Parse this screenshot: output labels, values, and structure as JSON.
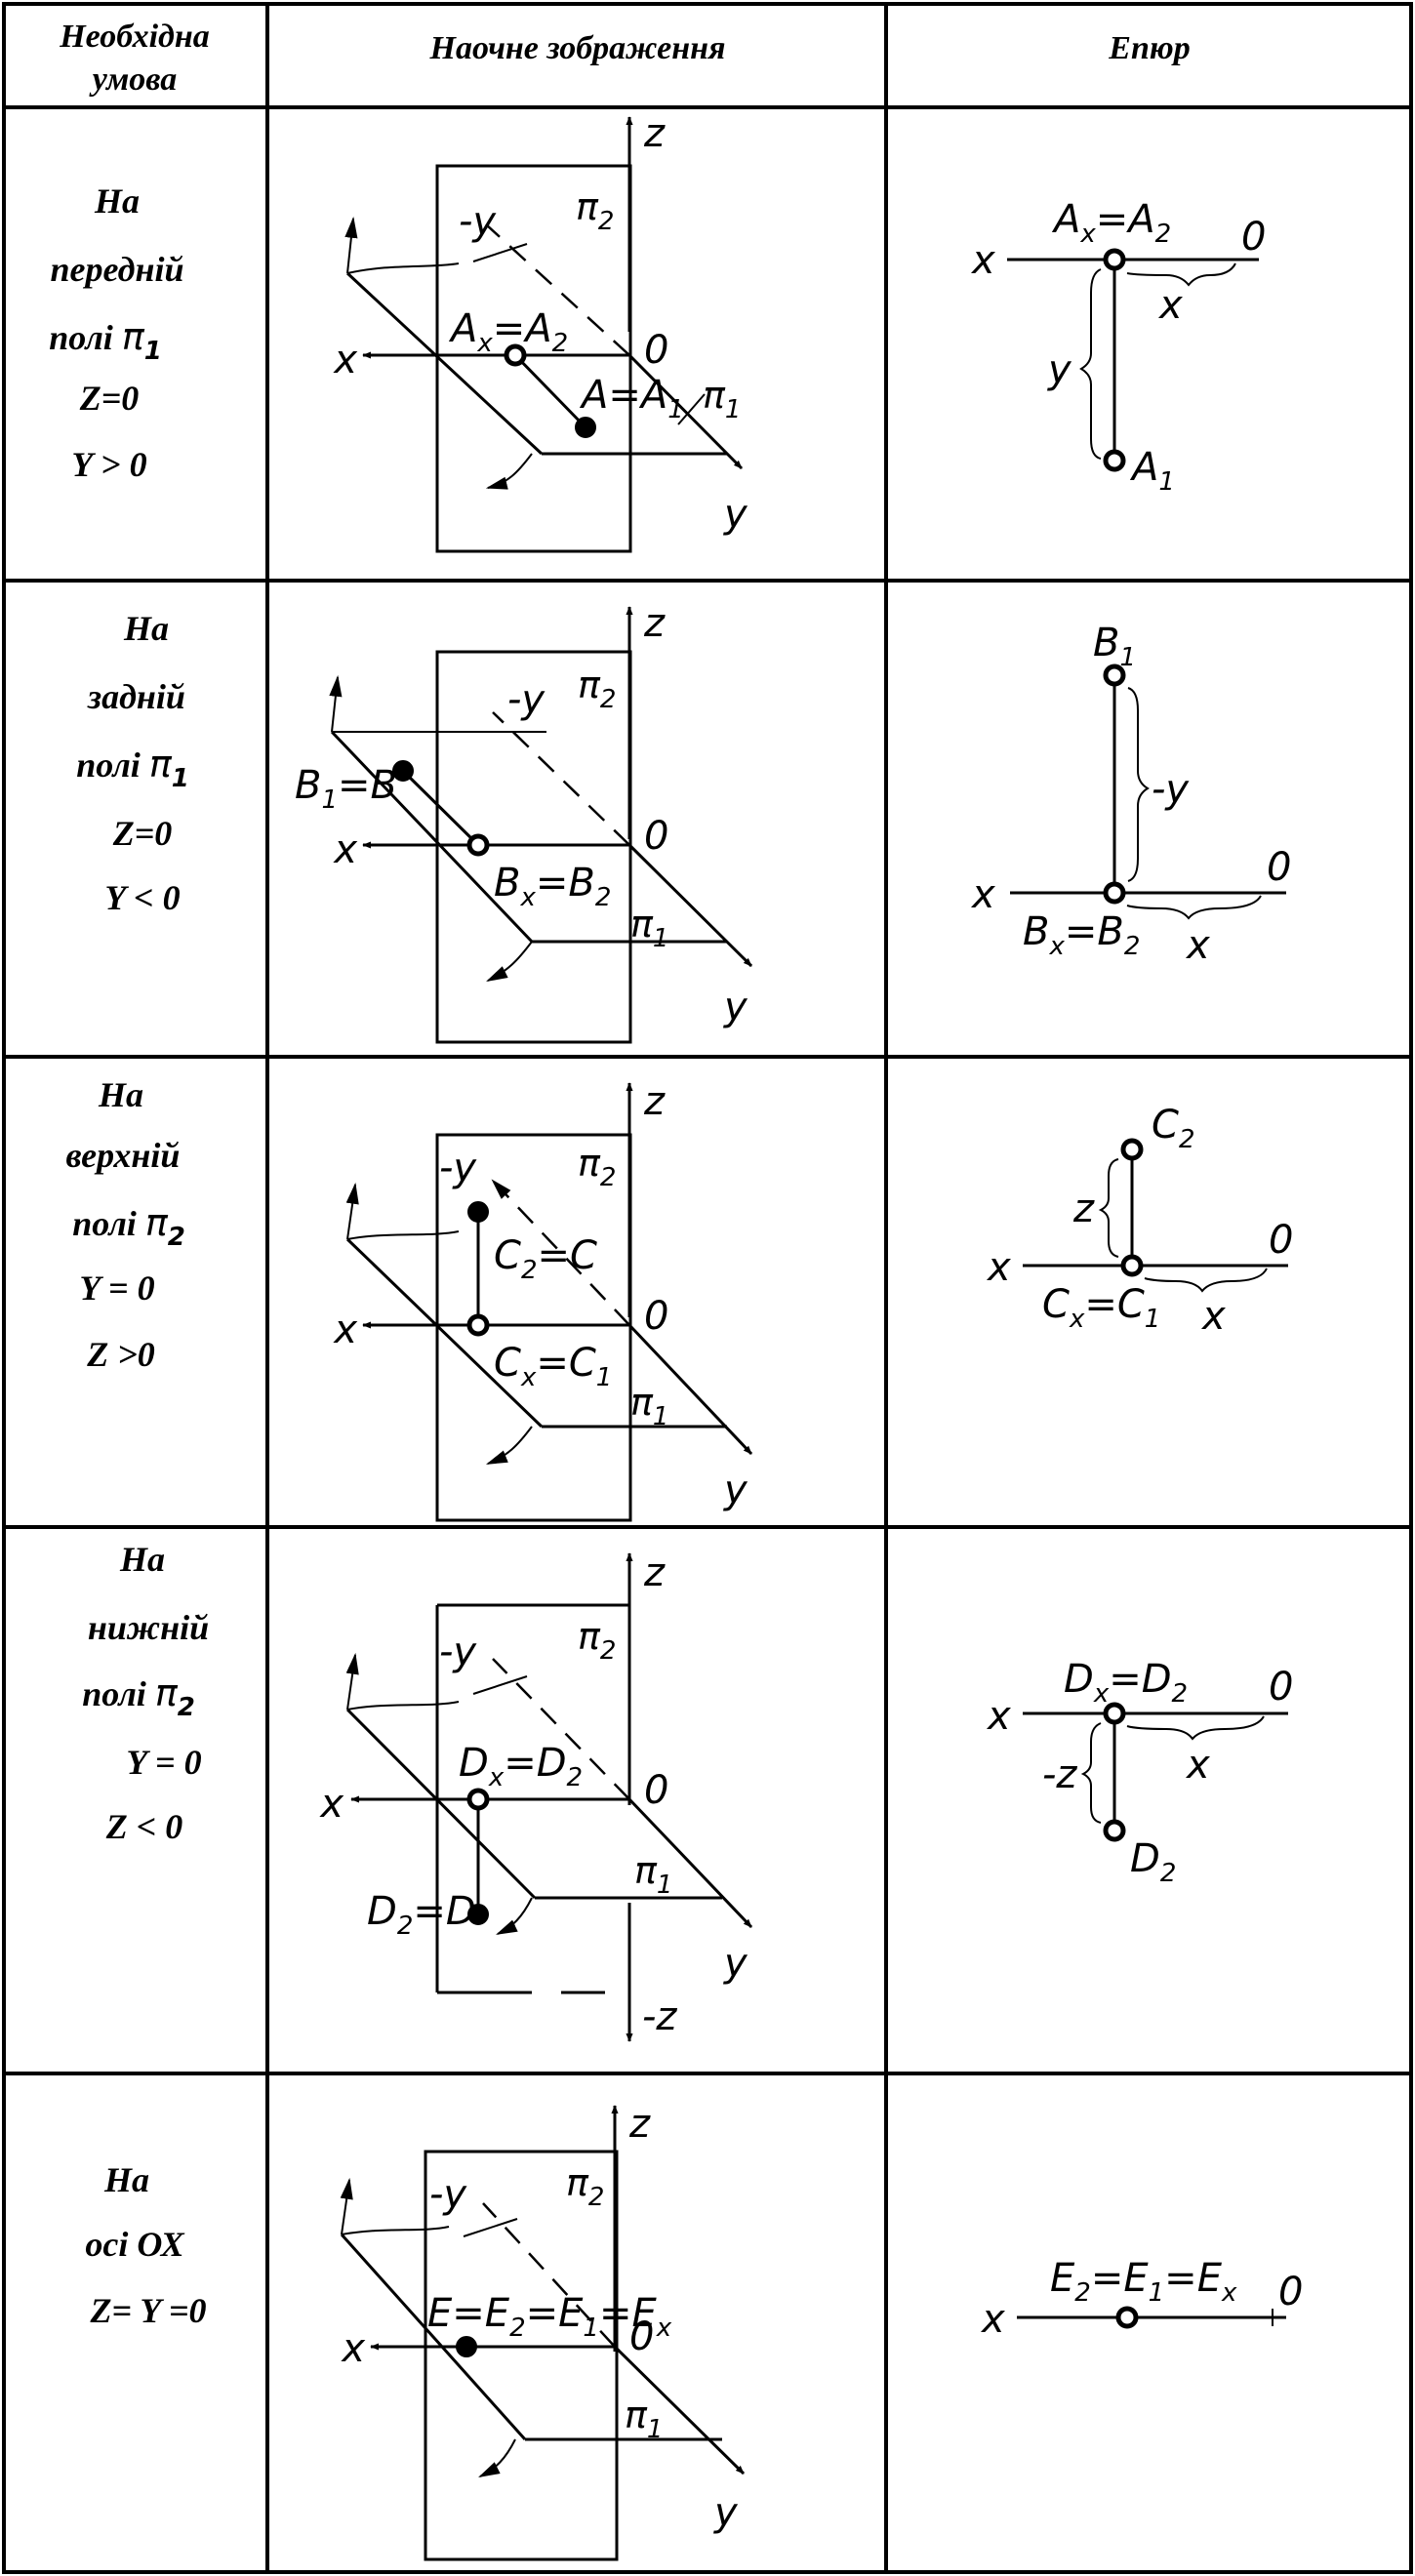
{
  "table": {
    "headers": {
      "condition_l1": "Необхідна",
      "condition_l2": "умова",
      "visual": "Наочне зображення",
      "epure": "Епюр"
    },
    "rows": [
      {
        "condition": [
          "На",
          "передній",
          "полі",
          "Z=0",
          "Y > 0"
        ],
        "plane": "π",
        "plane_sub": "1",
        "visual_point": "A",
        "visual_pair": "A=A",
        "visual_pair_sub": "1",
        "visual_axis": "A",
        "visual_axis_sub": "x",
        "visual_axis_rhs": "=A",
        "visual_axis_rhs_sub": "2",
        "epure_top": "A",
        "epure_top_sub": "x",
        "epure_top_rhs": "=A",
        "epure_top_rhs_sub": "2",
        "epure_pt": "A",
        "epure_pt_sub": "1",
        "epure_dim": "y"
      },
      {
        "condition": [
          "На",
          "задній",
          "полі",
          "Z=0",
          "Y < 0"
        ],
        "plane": "π",
        "plane_sub": "1",
        "visual_pair": "B",
        "visual_pair_sub": "1",
        "visual_pair_rhs": "=B",
        "visual_axis": "B",
        "visual_axis_sub": "x",
        "visual_axis_rhs": "=B",
        "visual_axis_rhs_sub": "2",
        "epure_top": "B",
        "epure_top_sub": "1",
        "epure_pt": "B",
        "epure_pt_sub": "x",
        "epure_pt_rhs": "=B",
        "epure_pt_rhs_sub": "2",
        "epure_dim": "-y"
      },
      {
        "condition": [
          "На",
          "верхній",
          "полі",
          "Y = 0",
          "Z >0"
        ],
        "plane": "π",
        "plane_sub": "2",
        "visual_pair": "C",
        "visual_pair_sub": "2",
        "visual_pair_rhs": "=C",
        "visual_axis": "C",
        "visual_axis_sub": "x",
        "visual_axis_rhs": "=C",
        "visual_axis_rhs_sub": "1",
        "epure_top": "C",
        "epure_top_sub": "2",
        "epure_pt": "C",
        "epure_pt_sub": "x",
        "epure_pt_rhs": "=C",
        "epure_pt_rhs_sub": "1",
        "epure_dim": "z"
      },
      {
        "condition": [
          "На",
          "нижній",
          "полі",
          "Y = 0",
          "Z < 0"
        ],
        "plane": "π",
        "plane_sub": "2",
        "visual_axis": "D",
        "visual_axis_sub": "x",
        "visual_axis_rhs": "=D",
        "visual_axis_rhs_sub": "2",
        "visual_pair": "D",
        "visual_pair_sub": "2",
        "visual_pair_rhs": "=D",
        "visual_negz": "-z",
        "epure_top": "D",
        "epure_top_sub": "x",
        "epure_top_rhs": "=D",
        "epure_top_rhs_sub": "2",
        "epure_pt": "D",
        "epure_pt_sub": "2",
        "epure_dim": "-z"
      },
      {
        "condition": [
          "На",
          "осі ОХ",
          "Z= Y =0"
        ],
        "visual_e": [
          "E=E",
          "2",
          "=E",
          "1",
          "=E",
          "x"
        ],
        "epure_e": [
          "E",
          "2",
          "=E",
          "1",
          "=E",
          "x"
        ]
      }
    ]
  },
  "axes": {
    "x": "x",
    "y": "y",
    "z": "z",
    "neg_y": "-y",
    "o": "0",
    "pi": "π",
    "pi1_sub": "1",
    "pi2_sub": "2"
  }
}
